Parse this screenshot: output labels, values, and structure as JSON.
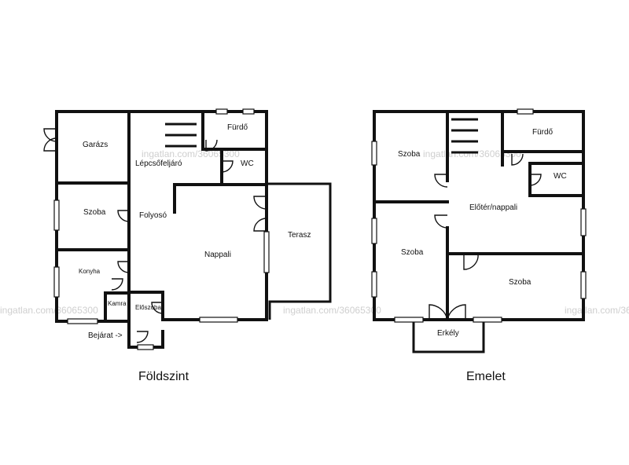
{
  "watermark": "ingatlan.com/36065300",
  "ground_floor": {
    "title": "Földszint",
    "rooms": {
      "garazs": "Garázs",
      "lepcsofeljaro": "Lépcsőfeljáró",
      "furdo": "Fürdő",
      "wc": "WC",
      "szoba": "Szoba",
      "folyoso": "Folyosó",
      "nappali": "Nappali",
      "terasz": "Terasz",
      "konyha": "Konyha",
      "kamra": "Kamra",
      "eloszoba": "Előszoba"
    },
    "entrance": "Bejárat ->"
  },
  "upper_floor": {
    "title": "Emelet",
    "rooms": {
      "szoba_nw": "Szoba",
      "furdo": "Fürdő",
      "wc": "WC",
      "eloter": "Előtér/nappali",
      "szoba_w": "Szoba",
      "szoba_se": "Szoba",
      "erkely": "Erkély"
    }
  }
}
